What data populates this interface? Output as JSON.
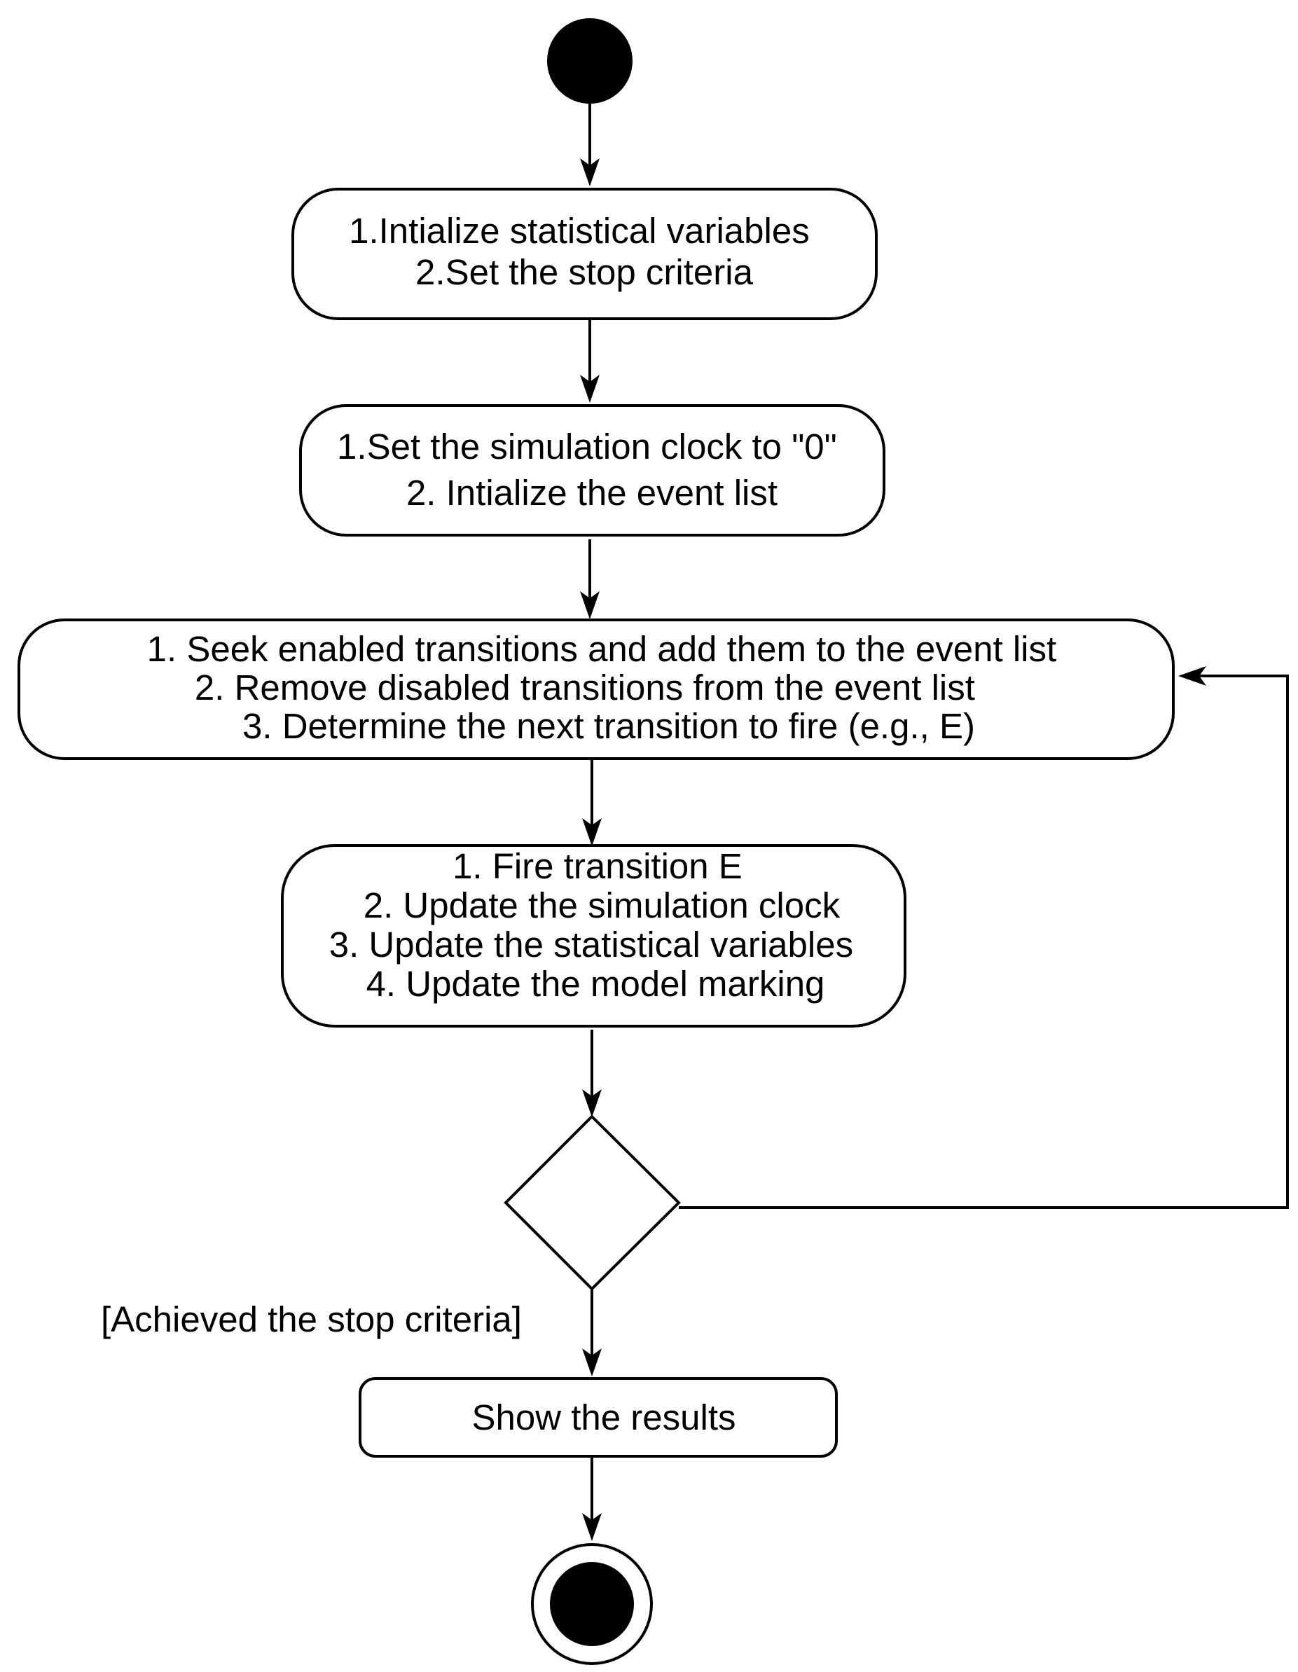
{
  "diagram": {
    "type": "UML activity diagram",
    "colors": {
      "stroke": "#000000",
      "fill": "#ffffff",
      "node_fill": "#000000"
    },
    "nodes": {
      "initial": {
        "kind": "initial-node"
      },
      "step1": {
        "kind": "action",
        "lines": [
          "1.Intialize statistical variables",
          "2.Set the stop criteria"
        ]
      },
      "step2": {
        "kind": "action",
        "lines": [
          "1.Set the simulation clock to \"0\"",
          "2. Intialize the event list"
        ]
      },
      "step3": {
        "kind": "action",
        "lines": [
          "1. Seek enabled transitions and add them to the event list",
          "2. Remove disabled transitions from the event list",
          "3. Determine the next transition to fire (e.g., E)"
        ]
      },
      "step4": {
        "kind": "action",
        "lines": [
          "1. Fire transition E",
          "2. Update the simulation clock",
          "3. Update the statistical variables",
          "4. Update the model marking"
        ]
      },
      "decision": {
        "kind": "decision-node"
      },
      "step5": {
        "kind": "action",
        "lines": [
          "Show the results"
        ]
      },
      "final": {
        "kind": "final-node"
      }
    },
    "edges": [
      {
        "from": "initial",
        "to": "step1"
      },
      {
        "from": "step1",
        "to": "step2"
      },
      {
        "from": "step2",
        "to": "step3"
      },
      {
        "from": "step3",
        "to": "step4"
      },
      {
        "from": "step4",
        "to": "decision"
      },
      {
        "from": "decision",
        "to": "step3",
        "label": ""
      },
      {
        "from": "decision",
        "to": "step5",
        "label": "[Achieved the stop criteria]"
      },
      {
        "from": "step5",
        "to": "final"
      }
    ],
    "guard_label": "[Achieved the stop criteria]"
  }
}
